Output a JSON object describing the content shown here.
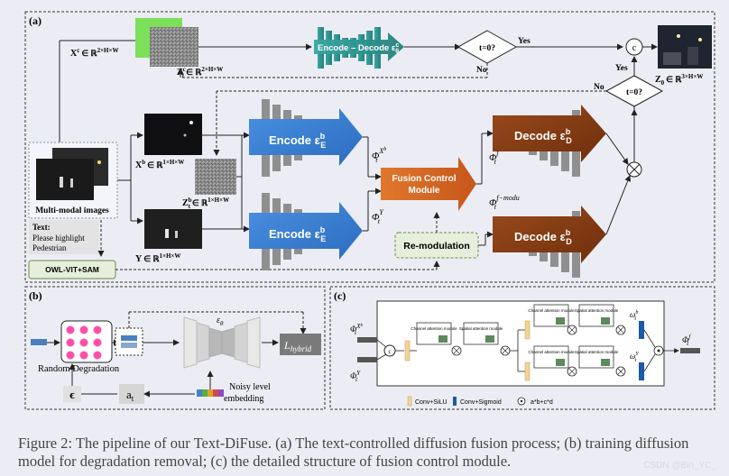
{
  "panel_labels": {
    "a": "(a)",
    "b": "(b)",
    "c": "(c)"
  },
  "top_row": {
    "xc_label": "X",
    "xc_sup": "c",
    "xc_dim": "∈ ℝ",
    "xc_dim_sup": "2×H×W",
    "zt_label": "Z",
    "zt_sup": "c",
    "zt_sub": "t",
    "zt_dim": "∈ ℝ",
    "zt_dim_sup": "2×H×W",
    "enc_dec_label": "Encode – Decode ε",
    "enc_dec_sup": "c",
    "enc_dec_sub": "θ",
    "decision_top": "t=0?",
    "yes1": "Yes",
    "no1": "No",
    "concat": "c",
    "z0_label": "Z",
    "z0_sub": "0",
    "z0_dim": "∈ ℝ",
    "z0_dim_sup": "3×H×W",
    "yes2": "Yes",
    "no2": "No",
    "decision_mid": "t=0?"
  },
  "inputs": {
    "multimodal": "Multi-modal images",
    "text_header": "Text:",
    "text_line1": "Please highlight",
    "text_line2": "Pedestrian",
    "owl": "OWL-VIT+SAM",
    "xb_label": "X",
    "xb_sup": "b",
    "xb_dim": "∈ ℝ",
    "xb_dim_sup": "1×H×W",
    "y_label": "Y",
    "y_dim": "∈ ℝ",
    "y_dim_sup": "1×H×W",
    "ztb_label": "Z",
    "ztb_sup": "b",
    "ztb_sub": "t",
    "ztb_dim": "∈ ℝ",
    "ztb_dim_sup": "1×H×W"
  },
  "encoders": {
    "encode_b": "Encode ε",
    "encode_b_sup": "b",
    "encode_b_sub": "E",
    "encode_y": "Encode ε",
    "encode_y_sup": "b",
    "encode_y_sub": "E",
    "phi_xb": "Φ",
    "phi_xb_sup": "X",
    "phi_xb_sup2": "b",
    "phi_xb_sub": "t",
    "phi_y": "Φ",
    "phi_y_sup": "Y",
    "phi_y_sub": "t"
  },
  "fusion": {
    "fcm_line1": "Fusion Control",
    "fcm_line2": "Module",
    "remod": "Re-modulation",
    "phi_f": "Φ",
    "phi_f_sup": "f",
    "phi_f_sub": "t",
    "phi_fm": "Φ",
    "phi_fm_sup": "f−modu",
    "phi_fm_sub": "t",
    "decode_top": "Decode ε",
    "decode_top_sup": "b",
    "decode_top_sub": "D",
    "decode_bot": "Decode ε",
    "decode_bot_sup": "b",
    "decode_bot_sub": "D"
  },
  "panel_b": {
    "random_degradation": "Random Degradation",
    "eps": "ε",
    "eps_sub": "θ",
    "loss": "L",
    "loss_sub": "hybrid",
    "epsilon": "ϵ",
    "at": "a",
    "at_sub": "t",
    "noisy_line1": "Noisy level",
    "noisy_line2": "embedding"
  },
  "panel_c": {
    "phi_in1": "Φ",
    "phi_in1_sup": "X",
    "phi_in1_sup2": "b",
    "phi_in1_sub": "t",
    "phi_in2": "Φ",
    "phi_in2_sup": "Y",
    "phi_in2_sub": "t",
    "channel_att": "Channel attention module",
    "spatial_att": "Spatial attention module",
    "omega_b": "ω",
    "omega_b_sup": "b",
    "omega_b_sub": "t",
    "omega_y": "ω",
    "omega_y_sup": "Y",
    "omega_y_sub": "t",
    "phi_out": "Φ",
    "phi_out_sup": "f",
    "phi_out_sub": "t",
    "legend_conv_silu": "Conv+SiLU",
    "legend_conv_sigmoid": "Conv+Sigmoid",
    "legend_concat": "a*b+c*d"
  },
  "caption": "Figure 2: The pipeline of our Text-DiFuse. (a) The text-controlled diffusion fusion process; (b) training diffusion model for degradation removal; (c) the detailed structure of fusion control module.",
  "watermark": "CSDN @Bin_YC_",
  "colors": {
    "encoder_blue": "#3a7fd0",
    "decoder_brown": "#8a3c14",
    "fusion_orange": "#d8651c",
    "teal": "#2f8f8c",
    "gray_bar": "#8f8f8f",
    "remod_green": "#e6efdc",
    "background": "#ecedf4"
  }
}
